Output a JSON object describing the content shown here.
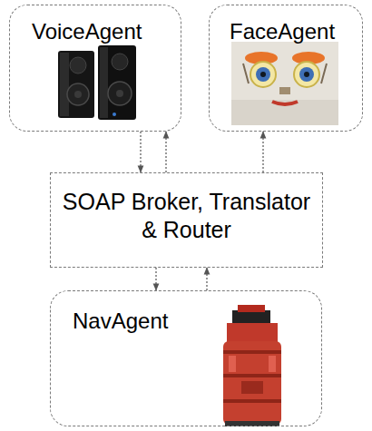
{
  "diagram": {
    "nodes": [
      {
        "text": [
          "VoiceAgent"
        ]
      },
      {
        "text": [
          "FaceAgent"
        ]
      },
      {
        "text": [
          "SOAP Broker, Translator & Router"
        ]
      },
      {
        "text": [
          "NavAgent"
        ]
      }
    ],
    "edges": [
      {
        "from": 0,
        "to": 2,
        "arrow": "to"
      },
      {
        "from": 2,
        "to": 0,
        "arrow": "to"
      },
      {
        "from": 2,
        "to": 1,
        "arrow": "to"
      },
      {
        "from": 2,
        "to": 3,
        "arrow": "to"
      },
      {
        "from": 3,
        "to": 2,
        "arrow": "to"
      }
    ]
  }
}
